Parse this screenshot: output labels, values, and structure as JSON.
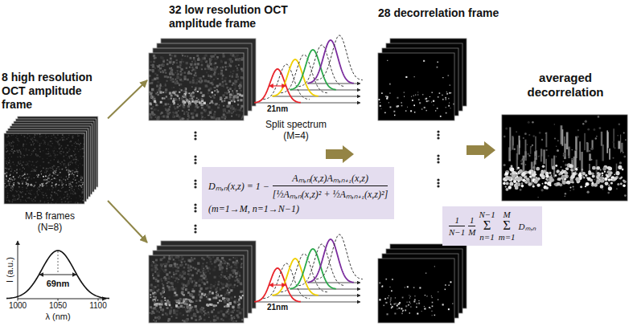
{
  "diagram": {
    "nodes": [
      {
        "text": [
          "8 high resolution OCT amplitude frame"
        ]
      },
      {
        "text": [
          "32 low resolution OCT amplitude frame"
        ]
      },
      {
        "text": [
          "Dₘ,ₙ(x,z) = 1 −",
          "Aₘ,ₙ(x,z)Aₘ,ₙ₊₁(x,z)",
          "[½Aₘ,ₙ(x,z)² + ½Aₘ,ₙ₊₁(x,z)²]",
          "(m=1→M, n=1→N−1)"
        ]
      },
      {
        "text": [
          "28 decorrelation frame"
        ]
      },
      {
        "text": [
          "1",
          "N−1",
          "1",
          "M",
          "N−1",
          "Σ",
          "n=1",
          "M",
          "Σ",
          "m=1",
          "Dₘ,ₙ"
        ]
      },
      {
        "text": [
          "averaged decorrelation"
        ]
      }
    ],
    "edges": [
      {
        "from": 0,
        "to": 1,
        "arrow": "to"
      }
    ],
    "labels": [
      "M-B frames (N=8)",
      "I (a.u.)",
      "69nm",
      "1000",
      "1050",
      "1100",
      "λ (nm)",
      "21nm",
      "Split spectrum (M=4)",
      "21nm"
    ]
  }
}
